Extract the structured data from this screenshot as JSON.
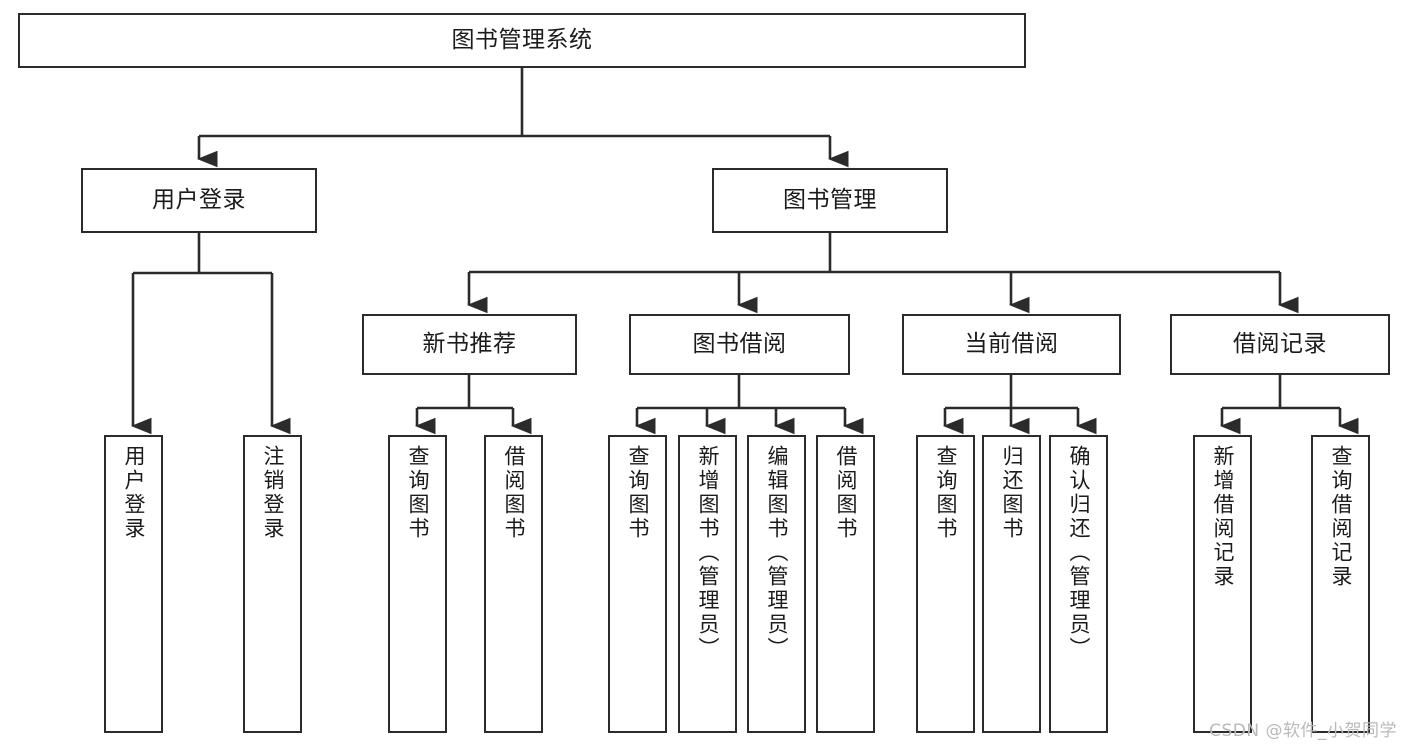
{
  "diagram": {
    "title": "图书管理系统",
    "watermark": "CSDN @软件_小贺同学",
    "line_color": "#2b2b2b",
    "box_fill": "#ffffff",
    "text_color": "#1b1b1b",
    "watermark_color": "#b9b9b9",
    "levels": {
      "root": {
        "label": "图书管理系统"
      },
      "level2": [
        {
          "id": "user-login",
          "label": "用户登录"
        },
        {
          "id": "book-management",
          "label": "图书管理"
        }
      ],
      "level3": [
        {
          "id": "new-book-recommend",
          "label": "新书推荐",
          "parent": "book-management"
        },
        {
          "id": "book-borrow",
          "label": "图书借阅",
          "parent": "book-management"
        },
        {
          "id": "current-borrow",
          "label": "当前借阅",
          "parent": "book-management"
        },
        {
          "id": "borrow-record",
          "label": "借阅记录",
          "parent": "book-management"
        }
      ],
      "leaves": {
        "user-login": [
          {
            "id": "leaf-user-login",
            "label": "用户登录"
          },
          {
            "id": "leaf-logout",
            "label": "注销登录"
          }
        ],
        "new-book-recommend": [
          {
            "id": "leaf-query-book-1",
            "label": "查询图书"
          },
          {
            "id": "leaf-borrow-book-1",
            "label": "借阅图书"
          }
        ],
        "book-borrow": [
          {
            "id": "leaf-query-book-2",
            "label": "查询图书"
          },
          {
            "id": "leaf-add-book",
            "label": "新增图书（管理员）"
          },
          {
            "id": "leaf-edit-book",
            "label": "编辑图书（管理员）"
          },
          {
            "id": "leaf-borrow-book-2",
            "label": "借阅图书"
          }
        ],
        "current-borrow": [
          {
            "id": "leaf-query-book-3",
            "label": "查询图书"
          },
          {
            "id": "leaf-return-book",
            "label": "归还图书"
          },
          {
            "id": "leaf-confirm-return",
            "label": "确认归还（管理员）"
          }
        ],
        "borrow-record": [
          {
            "id": "leaf-add-record",
            "label": "新增借阅记录"
          },
          {
            "id": "leaf-query-record",
            "label": "查询借阅记录"
          }
        ]
      }
    }
  }
}
